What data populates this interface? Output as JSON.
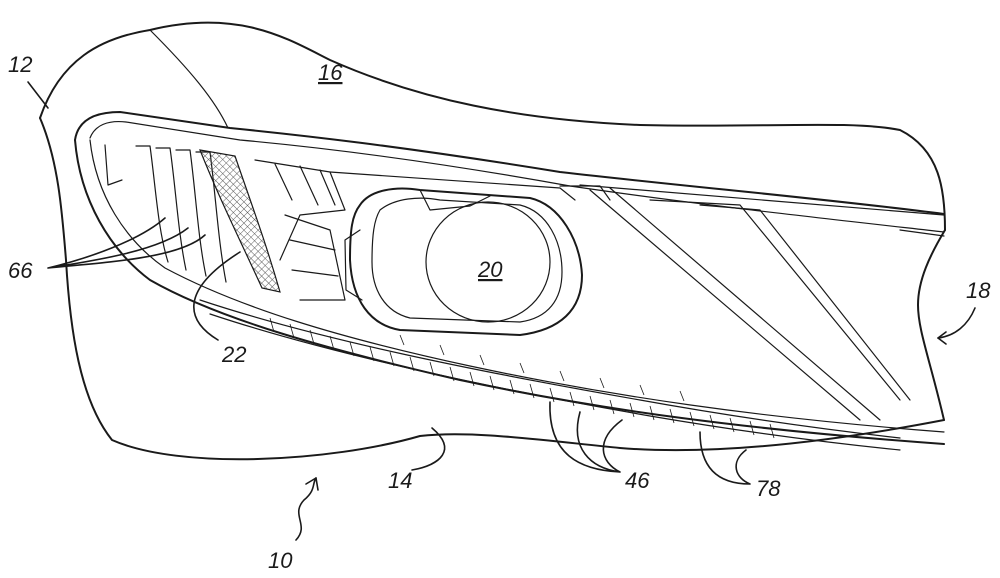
{
  "figure": {
    "reference_numerals": {
      "assembly": "10",
      "body_panel": "12",
      "bumper": "14",
      "hood": "16",
      "fender": "18",
      "projector_lens": "20",
      "mesh_insert": "22",
      "led_segments": "46",
      "drl_blades": "66",
      "reflector_ribs": "78"
    },
    "colors": {
      "line": "#1a1a1a",
      "background": "#ffffff",
      "mesh": "#555555"
    }
  }
}
